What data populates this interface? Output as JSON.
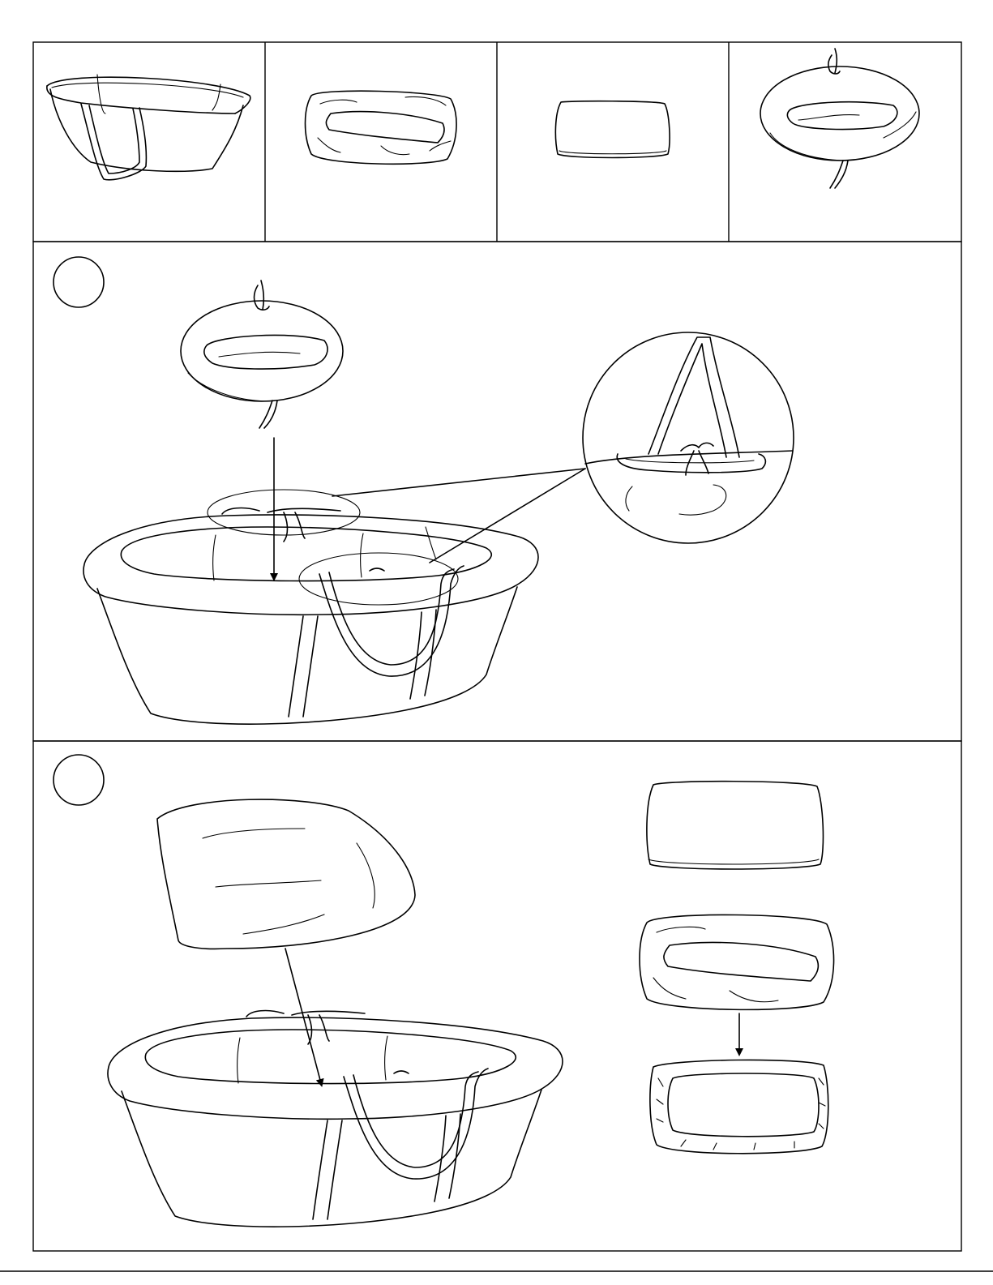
{
  "parts": [
    {
      "id": "moses-basket-shell",
      "icon": "basket-shell-icon"
    },
    {
      "id": "fitted-liner",
      "icon": "liner-icon"
    },
    {
      "id": "mattress",
      "icon": "mattress-icon"
    },
    {
      "id": "drawstring-cover",
      "icon": "drawstring-cover-icon"
    }
  ],
  "steps": [
    {
      "number": ""
    },
    {
      "number": ""
    }
  ]
}
